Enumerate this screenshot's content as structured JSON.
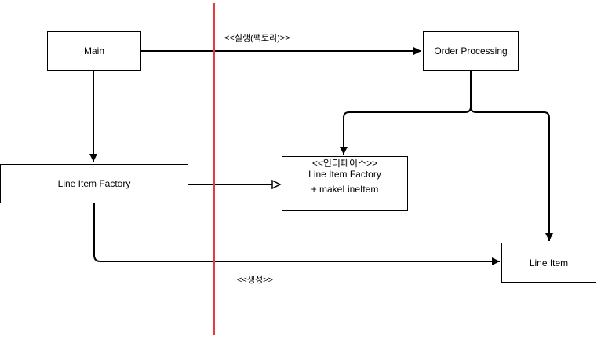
{
  "boxes": {
    "main": "Main",
    "order_processing": "Order Processing",
    "line_item_factory": "Line Item Factory",
    "line_item": "Line Item"
  },
  "interface_box": {
    "stereotype": "<<인터페이스>>",
    "name": "Line Item Factory",
    "operation": "+ makeLineItem"
  },
  "edge_labels": {
    "run_factory": "<<실행(팩토리)>>",
    "create": "<<생성>>"
  },
  "colors": {
    "boundary_line": "#e8393f",
    "stroke": "#000000"
  }
}
